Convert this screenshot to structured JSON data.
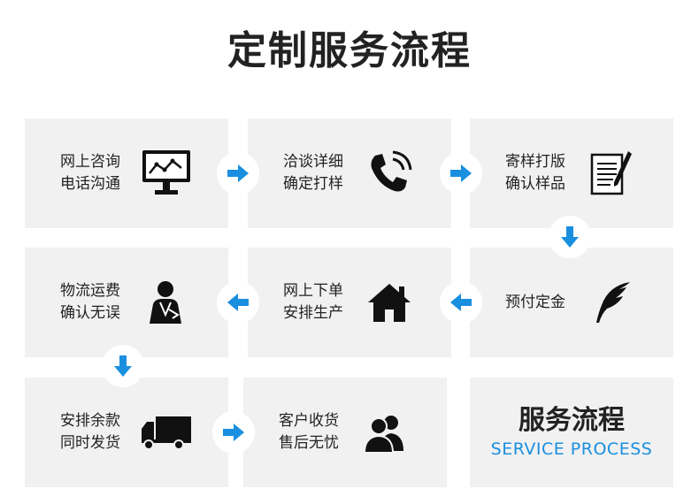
{
  "title": "定制服务流程",
  "steps": [
    {
      "label": "网上咨询\n电话沟通",
      "icon": "monitor-chart-icon"
    },
    {
      "label": "洽谈详细\n确定打样",
      "icon": "phone-icon"
    },
    {
      "label": "寄样打版\n确认样品",
      "icon": "document-pen-icon"
    },
    {
      "label": "预付定金",
      "icon": "feather-quill-icon"
    },
    {
      "label": "网上下单\n安排生产",
      "icon": "house-icon"
    },
    {
      "label": "物流运费\n确认无误",
      "icon": "person-icon"
    },
    {
      "label": "安排余款\n同时发货",
      "icon": "truck-icon"
    },
    {
      "label": "客户收货\n售后无忧",
      "icon": "users-icon"
    }
  ],
  "final": {
    "title": "服务流程",
    "subtitle": "SERVICE PROCESS"
  },
  "colors": {
    "accent": "#1a8fe0",
    "card": "#f1f1f1",
    "text": "#222222"
  }
}
